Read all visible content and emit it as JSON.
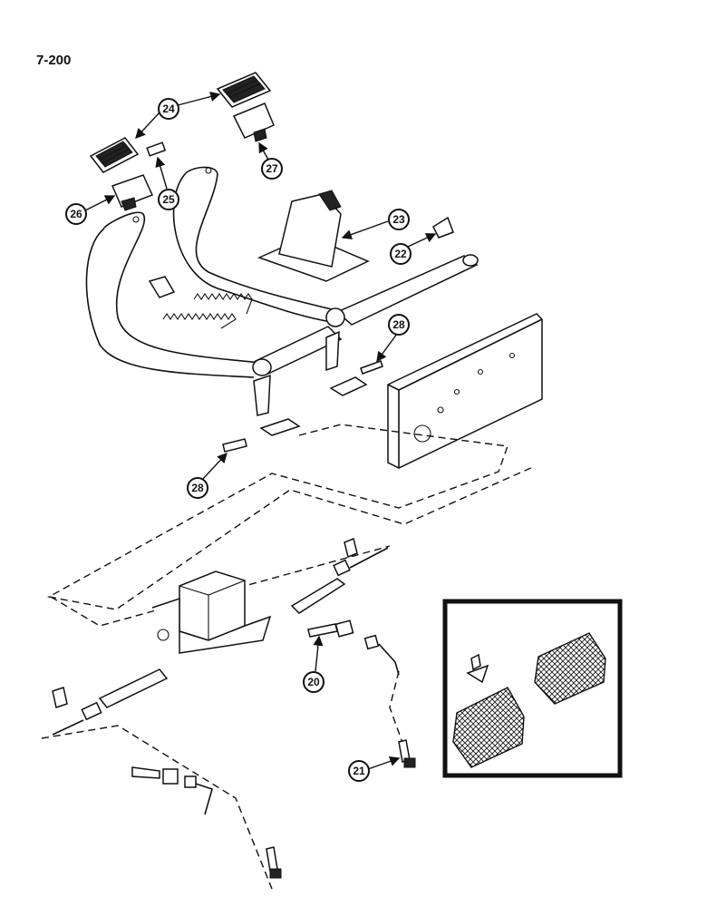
{
  "page_number": "7-200",
  "callouts": {
    "c20": "20",
    "c21": "21",
    "c22": "22",
    "c23": "23",
    "c24": "24",
    "c25": "25",
    "c26": "26",
    "c27": "27",
    "c28a": "28",
    "c28b": "28"
  }
}
